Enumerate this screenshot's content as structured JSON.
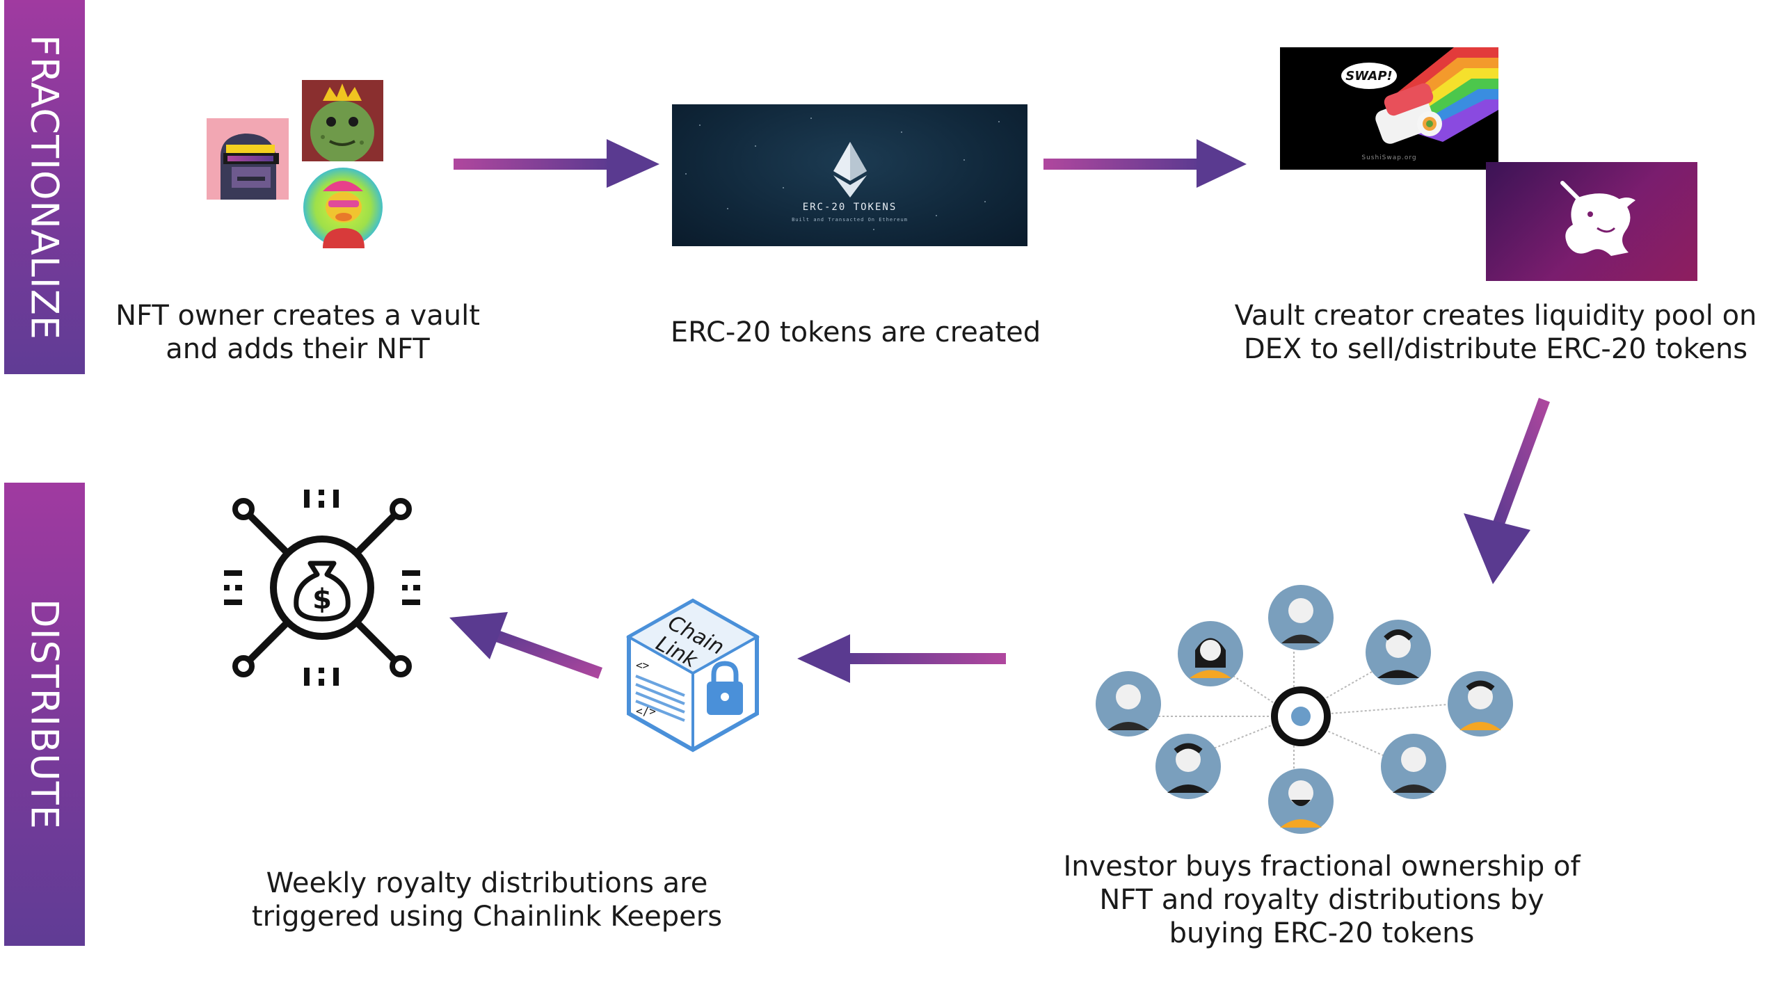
{
  "phases": {
    "top": "FRACTIONALIZE",
    "bottom": "DISTRIBUTE"
  },
  "steps": {
    "vault": {
      "line1": "NFT owner creates a vault",
      "line2": "and adds their NFT"
    },
    "tokens": {
      "line1": "ERC-20 tokens are created"
    },
    "pool": {
      "line1": "Vault creator creates liquidity pool on",
      "line2": "DEX to sell/distribute ERC-20 tokens"
    },
    "investor": {
      "line1": "Investor buys fractional ownership of",
      "line2": "NFT and royalty distributions by",
      "line3": "buying ERC-20 tokens"
    },
    "royalty": {
      "line1": "Weekly royalty distributions are",
      "line2": "triggered using Chainlink Keepers"
    }
  },
  "images": {
    "erc_banner_title": "ERC-20 TOKENS",
    "erc_banner_subtitle": "Built and Transacted On Ethereum",
    "sushi_bubble": "SWAP!",
    "sushi_url": "SushiSwap.org",
    "chainlink_label_1": "Chain",
    "chainlink_label_2": "Link",
    "chainlink_code_1": "<>",
    "chainlink_code_2": "</>",
    "money_symbol": "$"
  },
  "colors": {
    "arrow_start": "#b0479e",
    "arrow_end": "#5a3a90",
    "phase_bar": "#7a3a9a",
    "chainlink_blue": "#4a90d9",
    "avatar_circle": "#7a9fbd",
    "avatar_shirt_orange": "#f5a623"
  },
  "icons": [
    "ethereum-icon",
    "unicorn-icon",
    "sushi-icon",
    "money-bag-icon",
    "lock-icon",
    "target-icon"
  ]
}
